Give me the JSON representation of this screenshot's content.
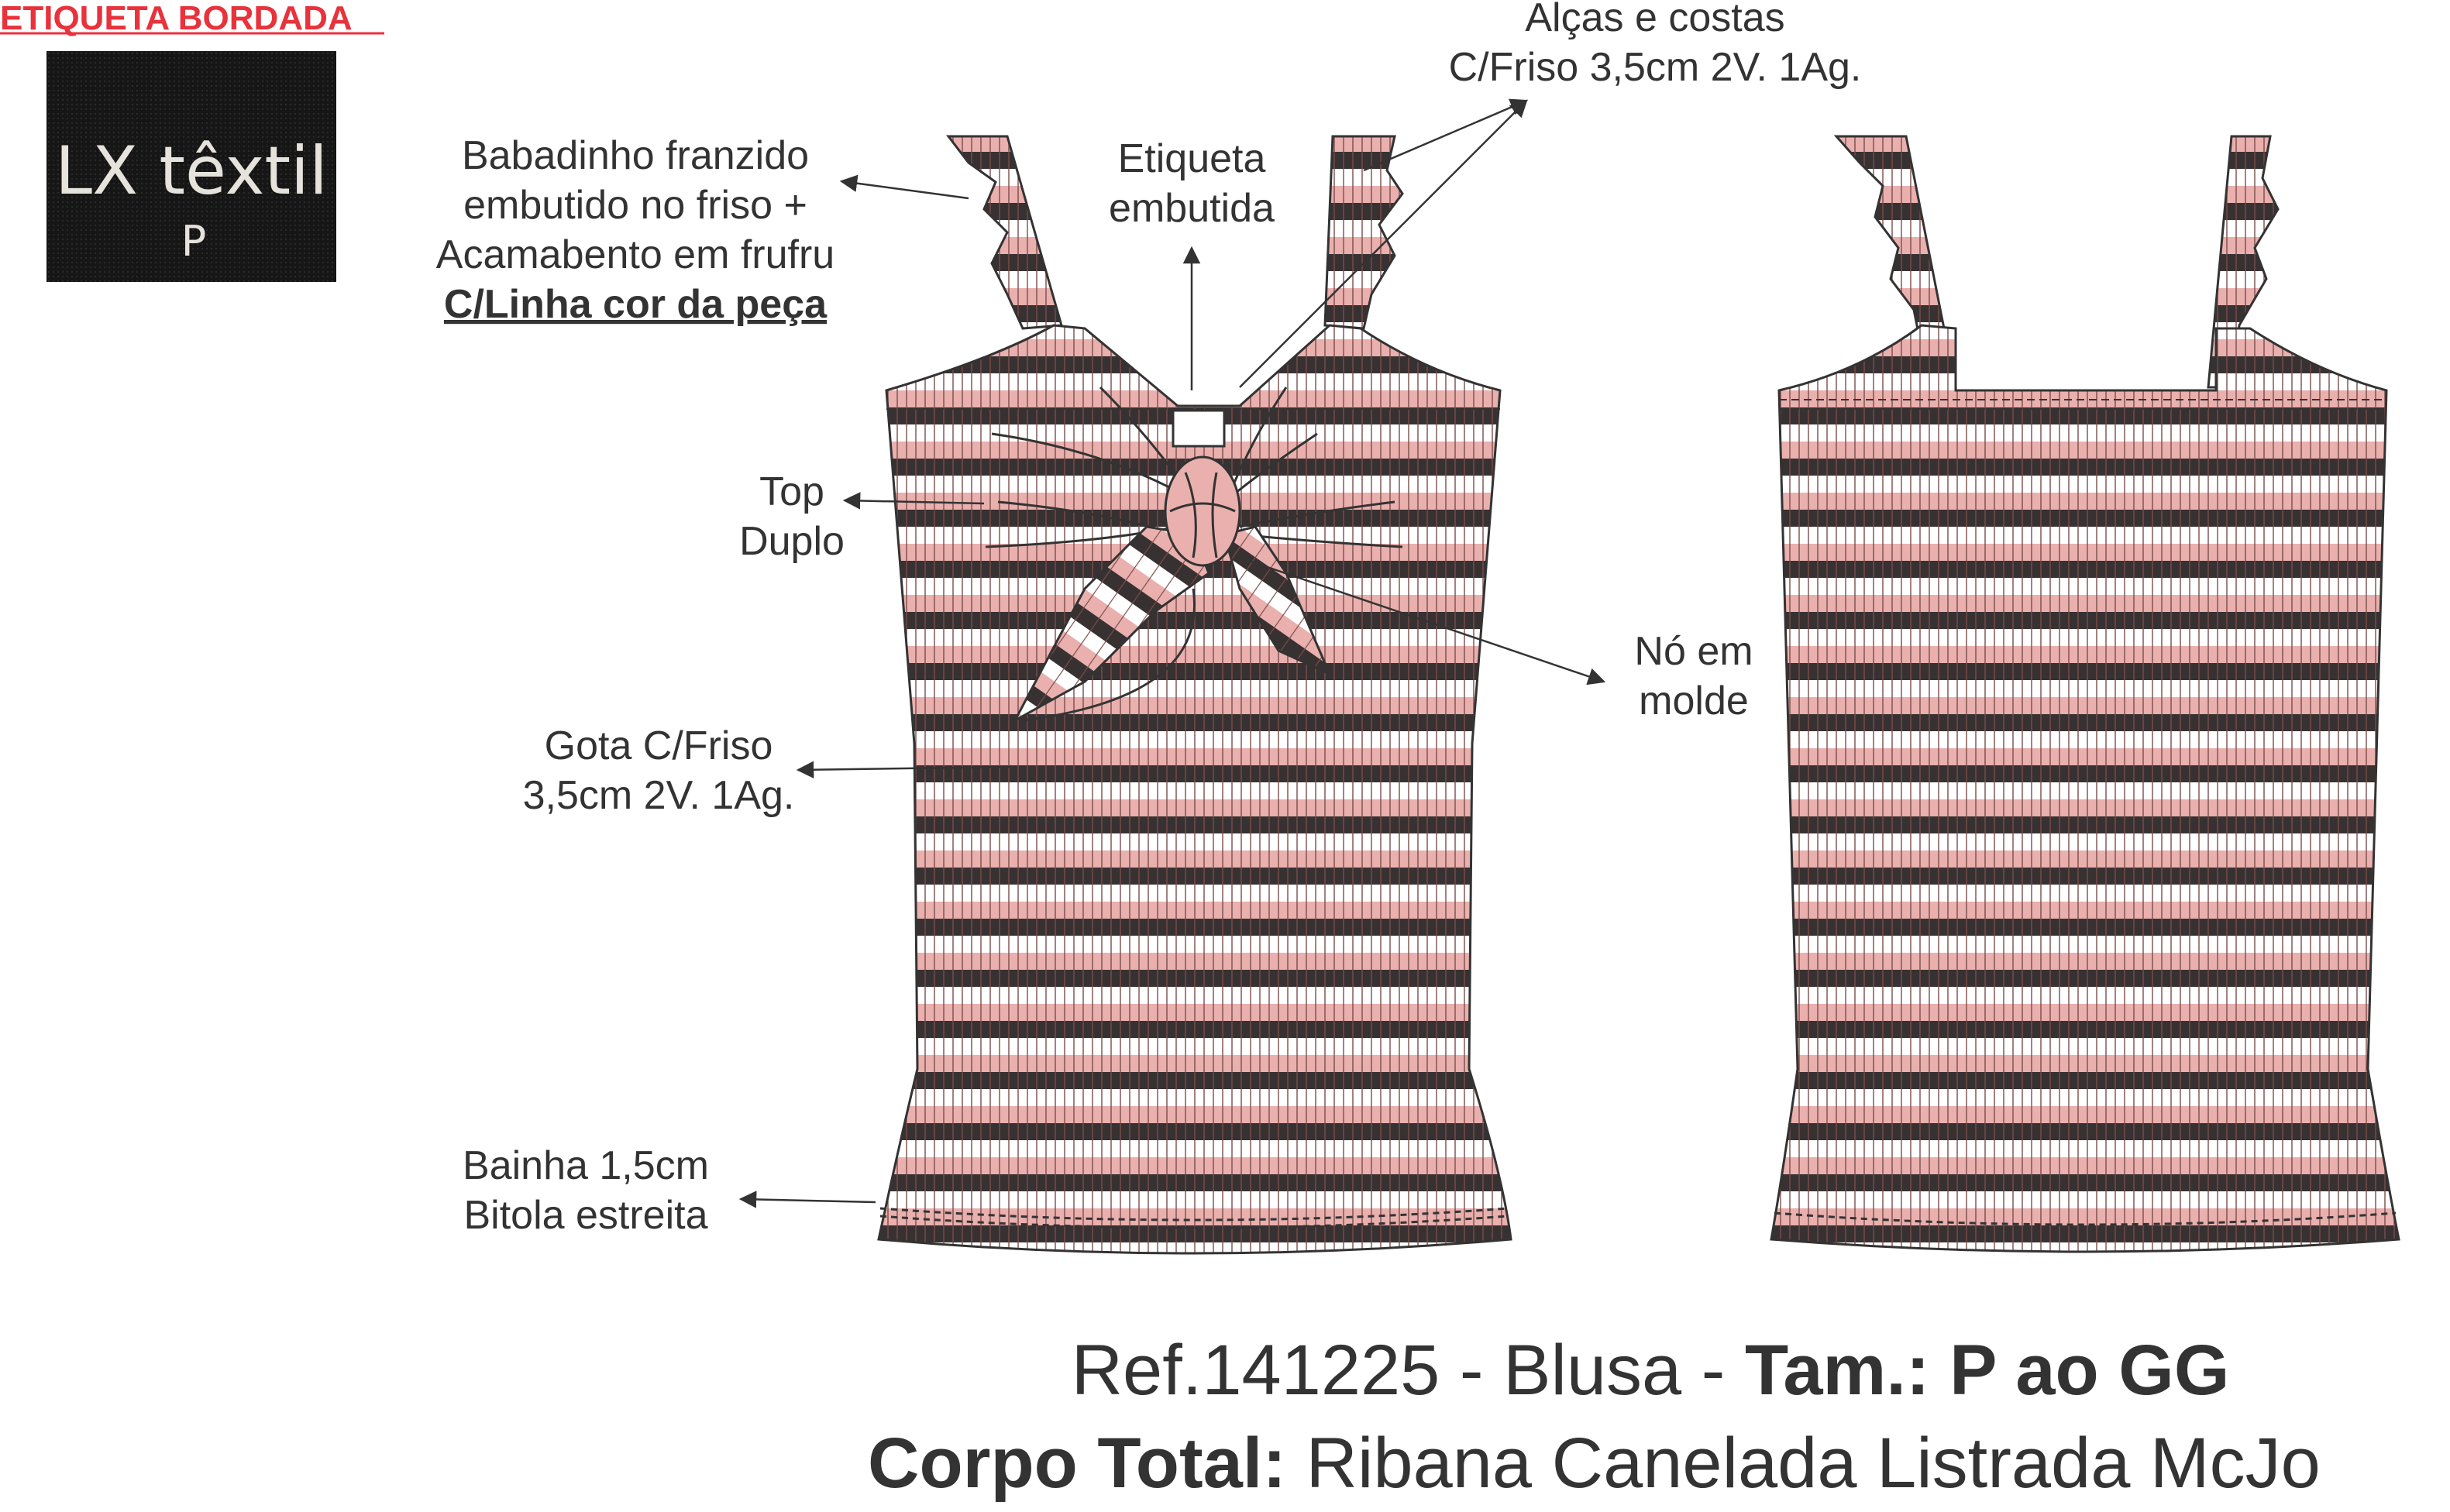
{
  "embroidered_label": {
    "title": "ETIQUETA BORDADA",
    "brand_text": "LX têxtil",
    "size_text": "P"
  },
  "callouts": {
    "ruffle": {
      "line1": "Babadinho franzido",
      "line2": "embutido no friso +",
      "line3": "Acamabento em frufru",
      "line4": "C/Linha cor da peça"
    },
    "label": {
      "line1": "Etiqueta",
      "line2": "embutida"
    },
    "straps": {
      "line1": "Alças e costas",
      "line2": "C/Friso 3,5cm 2V. 1Ag."
    },
    "top": {
      "line1": "Top",
      "line2": "Duplo"
    },
    "knot": {
      "line1": "Nó em",
      "line2": "molde"
    },
    "drop": {
      "line1": "Gota C/Friso",
      "line2": "3,5cm 2V. 1Ag."
    },
    "hem": {
      "line1": "Bainha 1,5cm",
      "line2": "Bitola estreita"
    }
  },
  "footer": {
    "ref": "Ref.141225 - Blusa - ",
    "size_label": "Tam.: P ao GG",
    "body_label": "Corpo Total:",
    "fabric": " Ribana Canelada Listrada McJo"
  },
  "colors": {
    "stripe_pink": "#e9b0ae",
    "stripe_dark": "#383132",
    "stripe_white": "#ffffff",
    "title_red": "#e8323c"
  }
}
